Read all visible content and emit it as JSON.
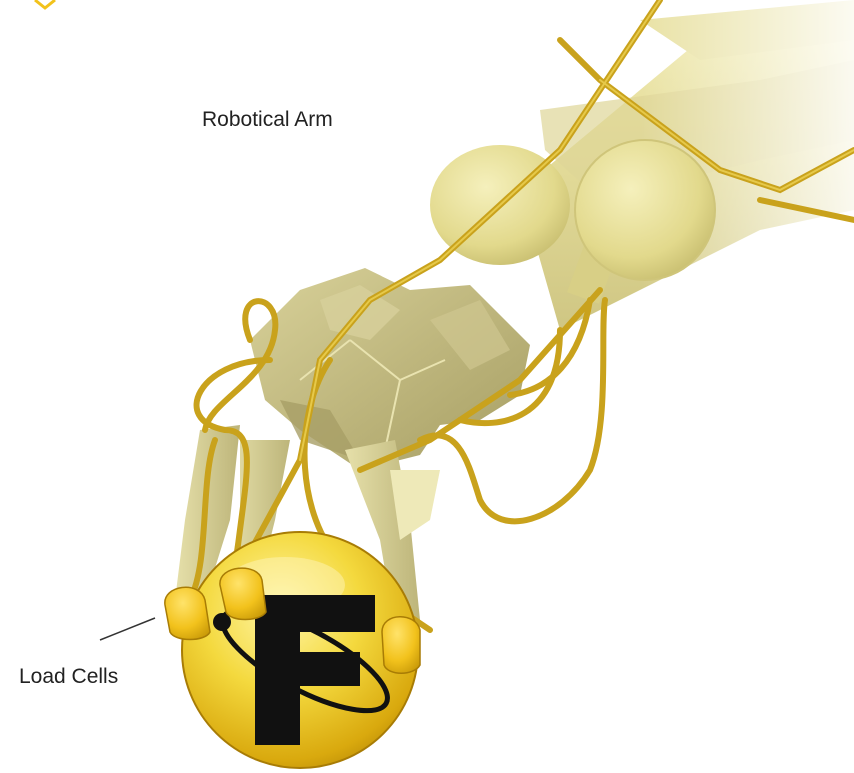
{
  "labels": {
    "arm": "Robotical Arm",
    "load_cells": "Load Cells"
  },
  "logo": {
    "letter": "F"
  },
  "colors": {
    "arm_light": "#ECE6A0",
    "arm_mid": "#D8D08C",
    "hand_olive": "#BDB57C",
    "hand_shadow": "#A39C62",
    "tendon": "#C9A21C",
    "tendon_dark": "#9E7C0E",
    "load_cell": "#F2C21C",
    "sphere": "#F1D33A",
    "logo": "#111111"
  }
}
